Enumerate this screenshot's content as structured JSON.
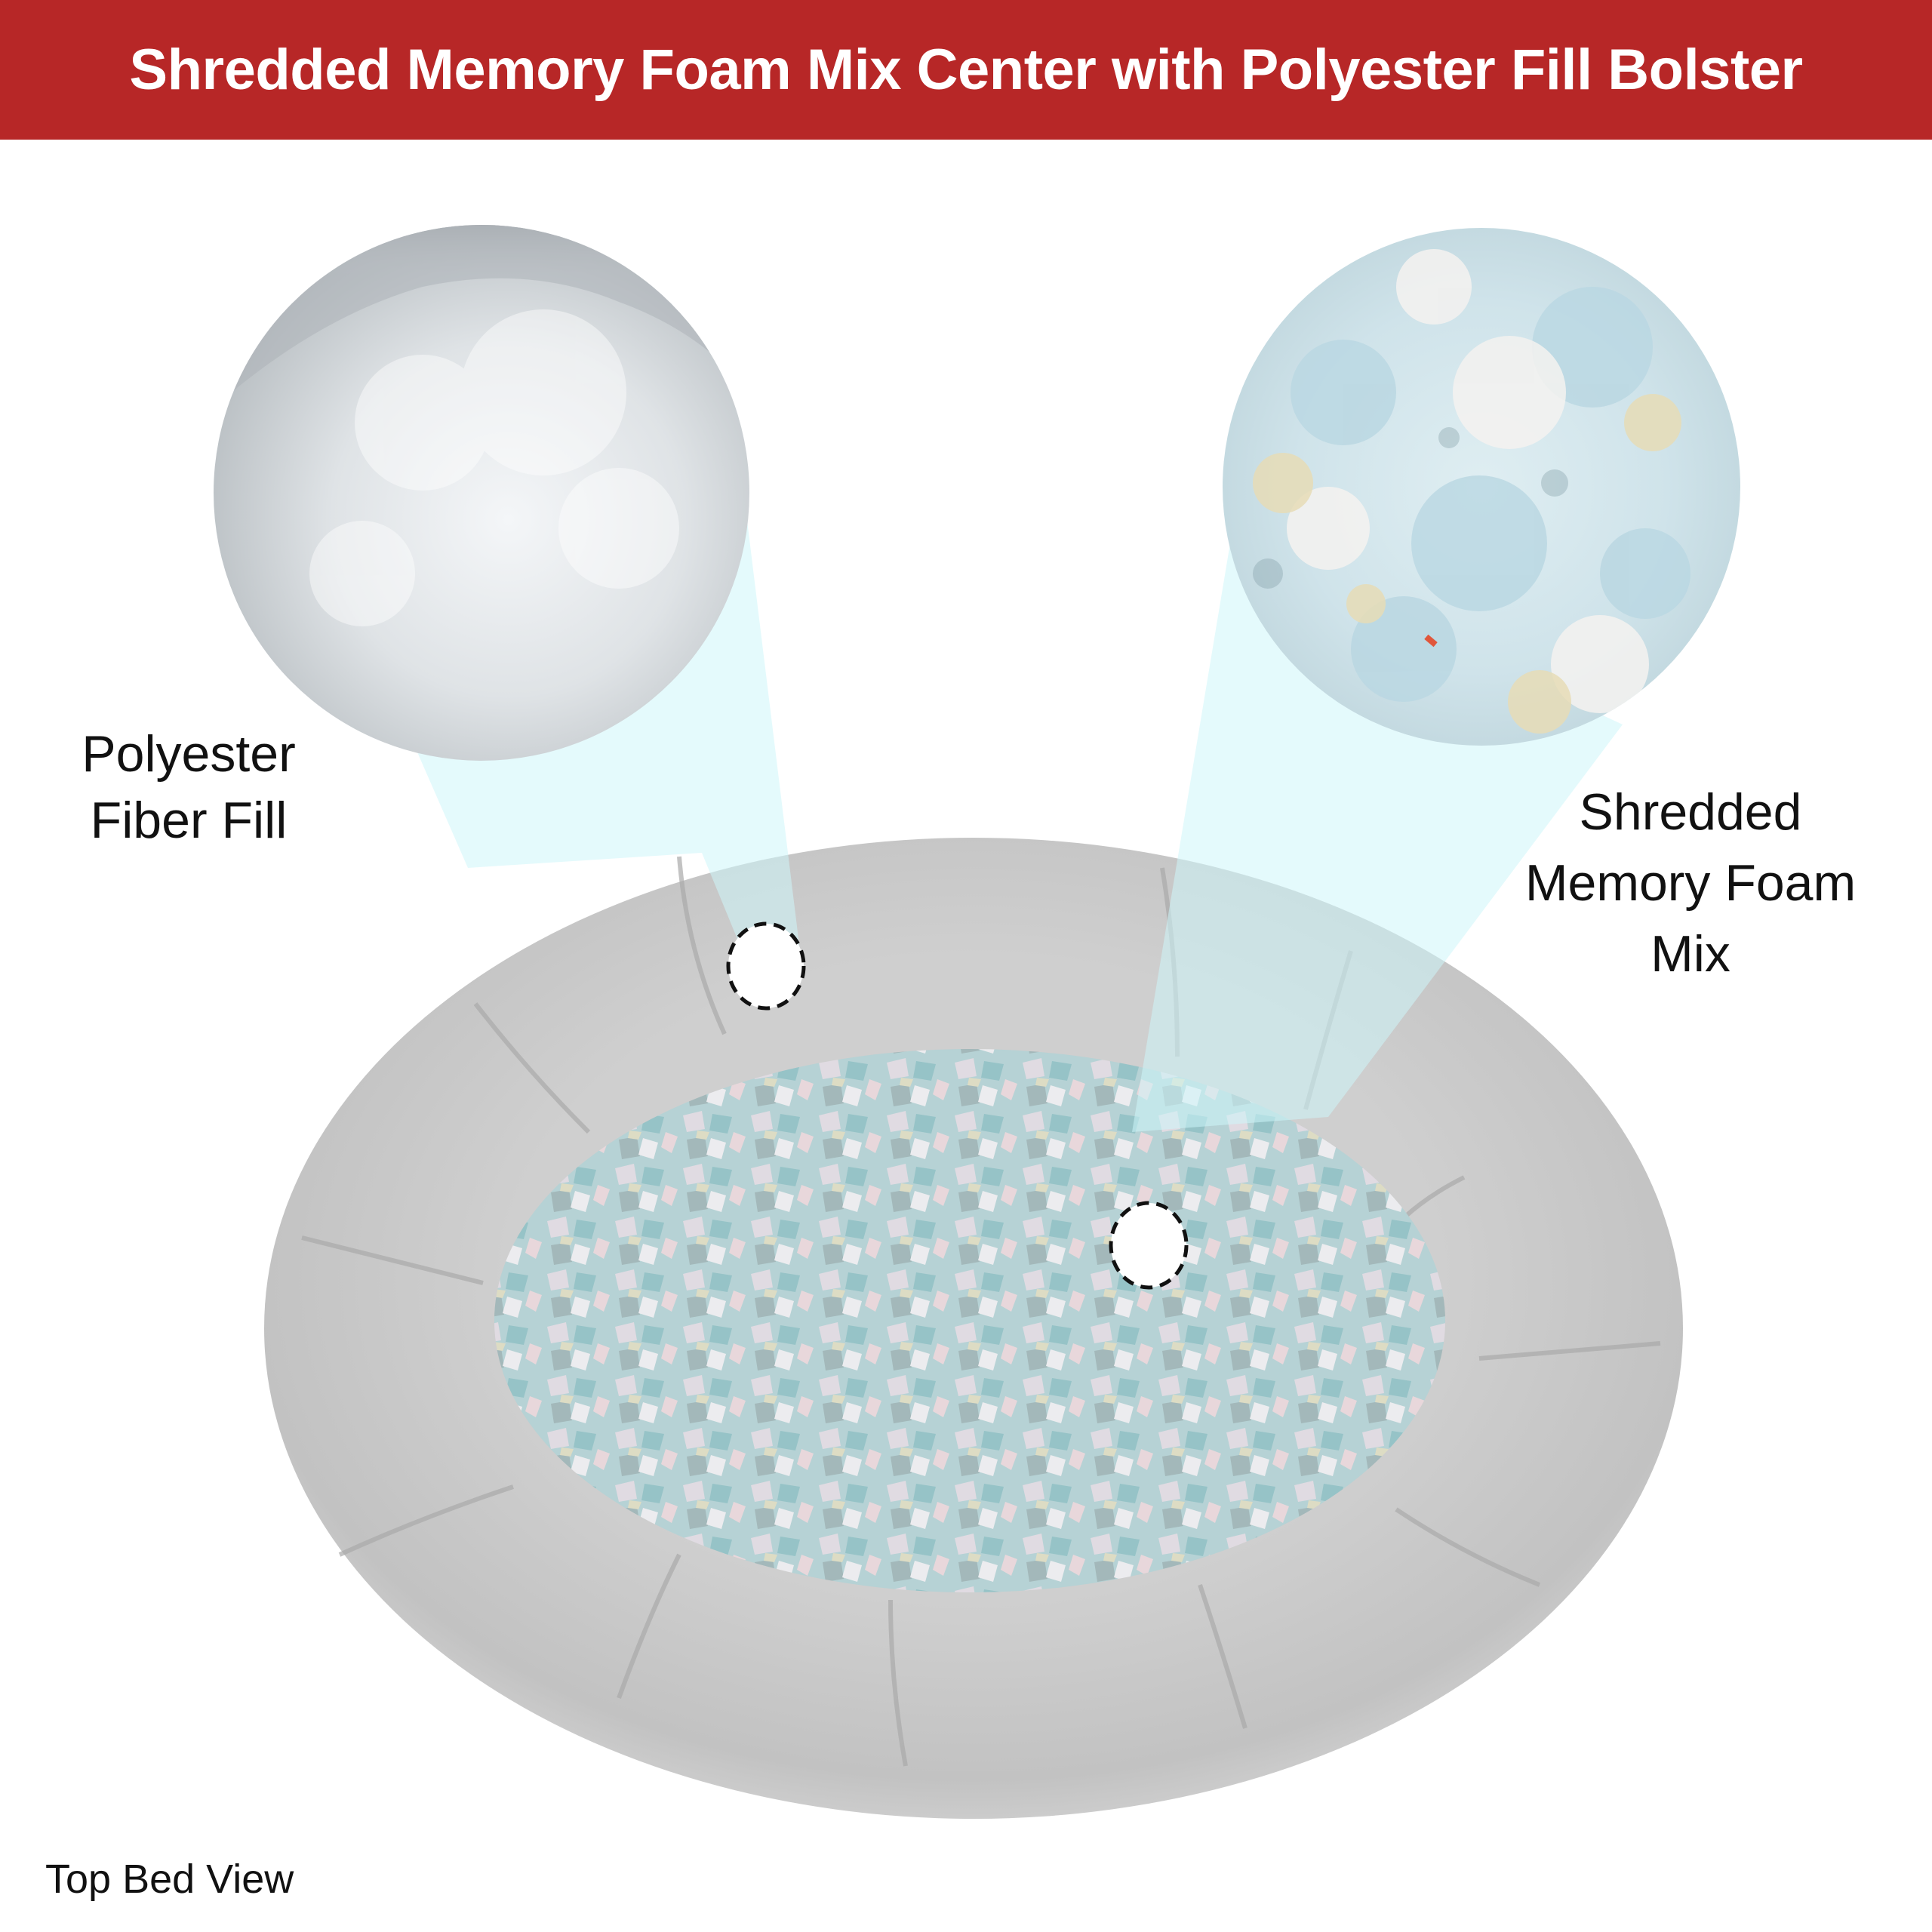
{
  "banner": {
    "title": "Shredded Memory Foam Mix Center with Polyester Fill Bolster",
    "background_color": "#b72727",
    "text_color": "#ffffff"
  },
  "callouts": [
    {
      "id": "polyester",
      "label_lines": [
        "Polyester",
        "Fiber Fill"
      ],
      "target": "bolster",
      "image_description": "Closeup of white polyester fiber fill on grey background"
    },
    {
      "id": "memory-foam",
      "label_lines": [
        "Shredded",
        "Memory Foam",
        "Mix"
      ],
      "target": "center",
      "image_description": "Closeup of light blue, white and yellowish shredded memory foam pieces"
    }
  ],
  "caption": {
    "text": "Top Bed View"
  },
  "colors": {
    "beam": "#d8fafc",
    "bolster": "#c9c9c9",
    "foam_center": "#9fc6c8"
  }
}
